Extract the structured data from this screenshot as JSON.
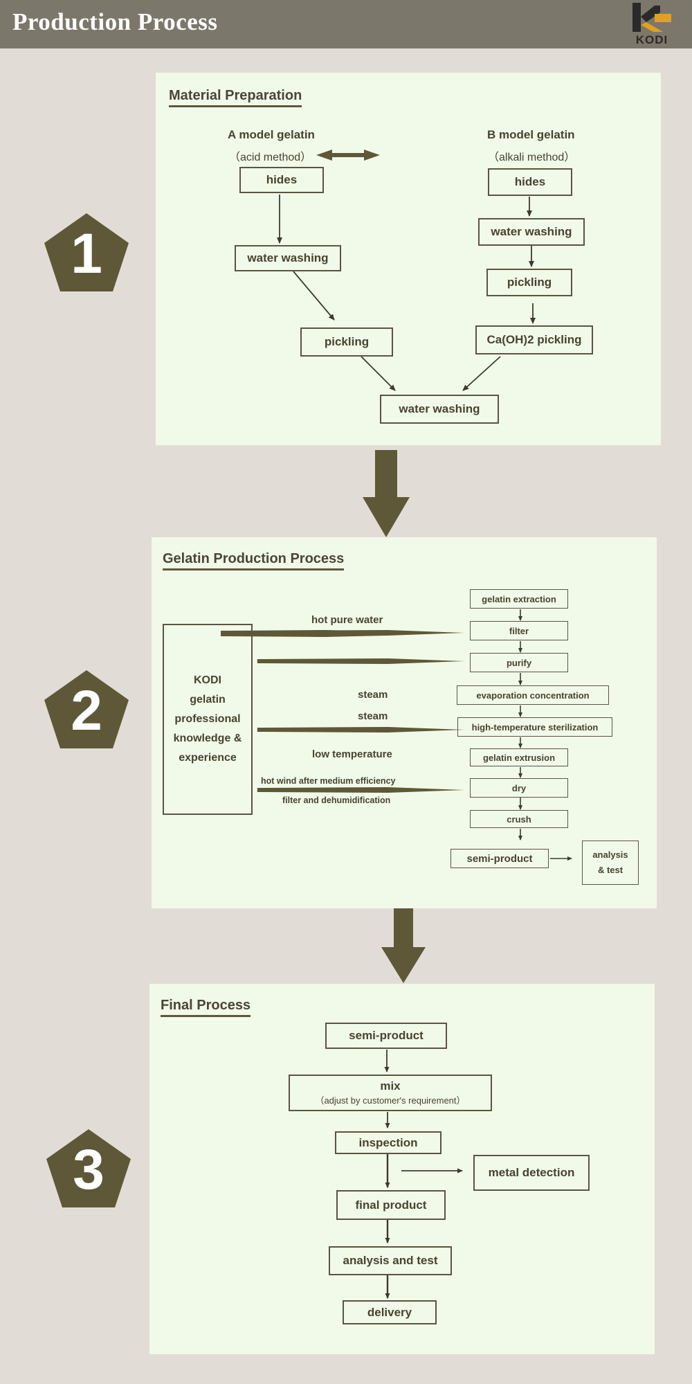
{
  "header": {
    "title": "Production Process",
    "logo_text": "KODI"
  },
  "steps": [
    "1",
    "2",
    "3"
  ],
  "section1": {
    "title": "Material Preparation",
    "a_title": "A model gelatin",
    "a_method": "（acid method）",
    "b_title": "B model gelatin",
    "b_method": "（alkali method）",
    "a_hides": "hides",
    "a_water_washing": "water washing",
    "a_pickling": "pickling",
    "b_hides": "hides",
    "b_water_washing": "water washing",
    "b_pickling": "pickling",
    "b_caoh_pickling": "Ca(OH)2 pickling",
    "final_water_washing": "water washing"
  },
  "section2": {
    "title": "Gelatin Production Process",
    "kodi_lines": [
      "KODI",
      "gelatin",
      "professional",
      "knowledge &",
      "experience"
    ],
    "label_hot_pure_water": "hot pure water",
    "label_steam_1": "steam",
    "label_steam_2": "steam",
    "label_low_temperature": "low temperature",
    "label_hot_wind_1": "hot wind after medium efficiency",
    "label_hot_wind_2": "filter and dehumidification",
    "steps": [
      "gelatin extraction",
      "filter",
      "purify",
      "evaporation concentration",
      "high-temperature sterilization",
      "gelatin extrusion",
      "dry",
      "crush"
    ],
    "semi_product": "semi-product",
    "analysis_1": "analysis",
    "analysis_2": "& test"
  },
  "section3": {
    "title": "Final Process",
    "semi_product": "semi-product",
    "mix": "mix",
    "mix_note": "（adjust by customer's requirement）",
    "inspection": "inspection",
    "metal_detection": "metal detection",
    "final_product": "final product",
    "analysis_and_test": "analysis and test",
    "delivery": "delivery"
  }
}
